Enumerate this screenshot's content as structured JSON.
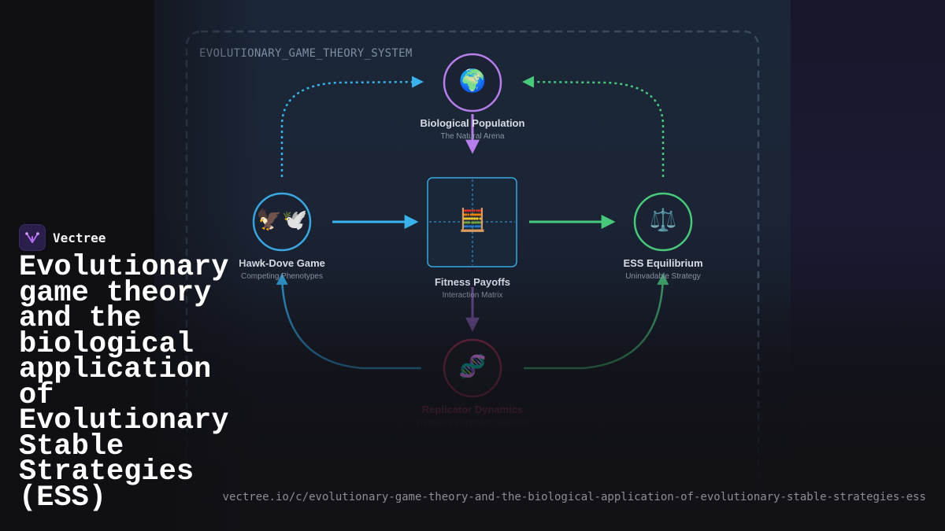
{
  "brand": {
    "name": "Vectree",
    "logo_icon": "vectree-logo-icon"
  },
  "headline": "Evolutionary game theory and the biological application of Evolutionary Stable Strategies (ESS)",
  "url": "vectree.io/c/evolutionary-game-theory-and-the-biological-application-of-evolutionary-stable-strategies-ess",
  "diagram": {
    "system_label": "EVOLUTIONARY_GAME_THEORY_SYSTEM",
    "nodes": {
      "population": {
        "title": "Biological Population",
        "subtitle": "The Natural Arena",
        "icon": "🌍",
        "color": "#b57ee8"
      },
      "hawkdove": {
        "title": "Hawk-Dove Game",
        "subtitle": "Competing Phenotypes",
        "icon": "🦅🕊️",
        "color": "#3aa7e0"
      },
      "fitness": {
        "title": "Fitness Payoffs",
        "subtitle": "Interaction Matrix",
        "icon": "🧮",
        "color": "#3aa7e0"
      },
      "ess": {
        "title": "ESS Equilibrium",
        "subtitle": "Uninvadable Strategy",
        "icon": "⚖️",
        "color": "#48c97c"
      },
      "replicator": {
        "title": "Replicator Dynamics",
        "subtitle": "Frequency Dependent Selection",
        "icon": "🧬",
        "color": "#c23a6a"
      }
    }
  }
}
